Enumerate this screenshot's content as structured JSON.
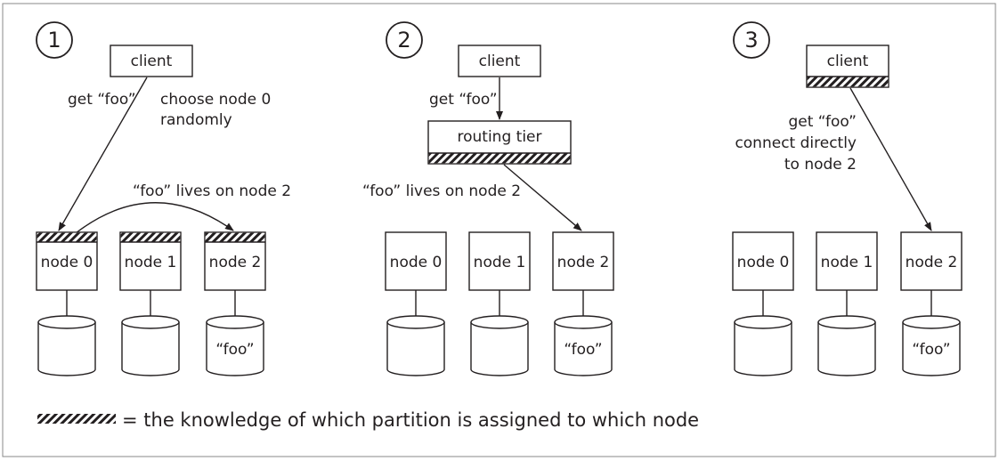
{
  "legend": {
    "text": "= the knowledge of which partition is assigned to which node"
  },
  "panels": [
    {
      "step": "1",
      "client_label": "client",
      "request_label": "get “foo”",
      "choose_label_line1": "choose node 0",
      "choose_label_line2": "randomly",
      "forward_label": "“foo” lives on node 2",
      "nodes": [
        "node 0",
        "node 1",
        "node 2"
      ],
      "disk_label": "“foo”"
    },
    {
      "step": "2",
      "client_label": "client",
      "request_label": "get “foo”",
      "routing_label": "routing tier",
      "forward_label": "“foo” lives on node 2",
      "nodes": [
        "node 0",
        "node 1",
        "node 2"
      ],
      "disk_label": "“foo”"
    },
    {
      "step": "3",
      "client_label": "client",
      "request_label_line1": "get “foo”",
      "request_label_line2": "connect directly",
      "request_label_line3": "to node 2",
      "nodes": [
        "node 0",
        "node 1",
        "node 2"
      ],
      "disk_label": "“foo”"
    }
  ]
}
